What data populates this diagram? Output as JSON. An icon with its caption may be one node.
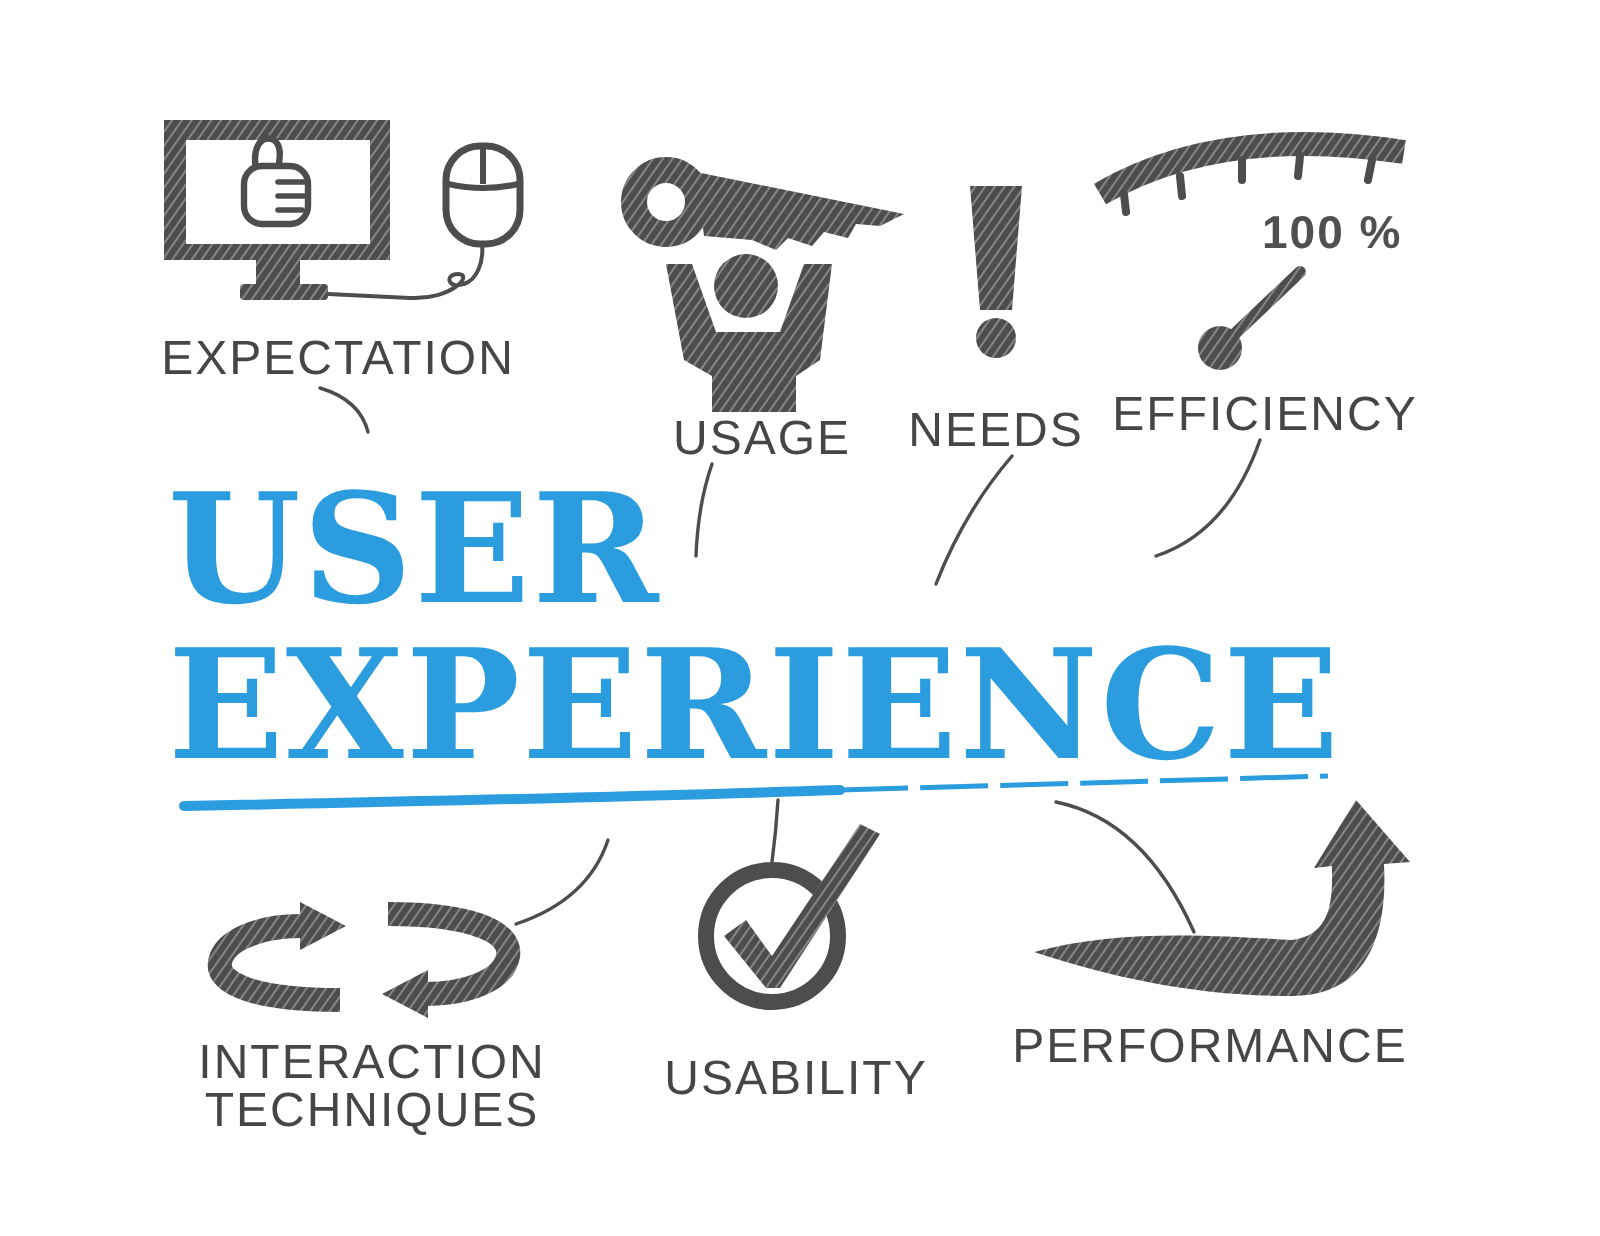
{
  "diagram": {
    "title": "USER EXPERIENCE",
    "nodes": [
      {
        "text": [
          "EXPECTATION"
        ]
      },
      {
        "text": [
          "USAGE"
        ]
      },
      {
        "text": [
          "NEEDS"
        ]
      },
      {
        "text": [
          "100 %",
          "EFFICIENCY"
        ]
      },
      {
        "text": [
          "INTERACTION TECHNIQUES"
        ]
      },
      {
        "text": [
          "USABILITY"
        ]
      },
      {
        "text": [
          "PERFORMANCE"
        ]
      }
    ],
    "edges": [
      {
        "from": null,
        "to": 0,
        "arrow": "none"
      },
      {
        "from": null,
        "to": 1,
        "arrow": "none"
      },
      {
        "from": null,
        "to": 2,
        "arrow": "none"
      },
      {
        "from": null,
        "to": 3,
        "arrow": "none"
      },
      {
        "from": null,
        "to": 4,
        "arrow": "none"
      },
      {
        "from": null,
        "to": 5,
        "arrow": "none"
      },
      {
        "from": null,
        "to": 6,
        "arrow": "none"
      }
    ]
  }
}
